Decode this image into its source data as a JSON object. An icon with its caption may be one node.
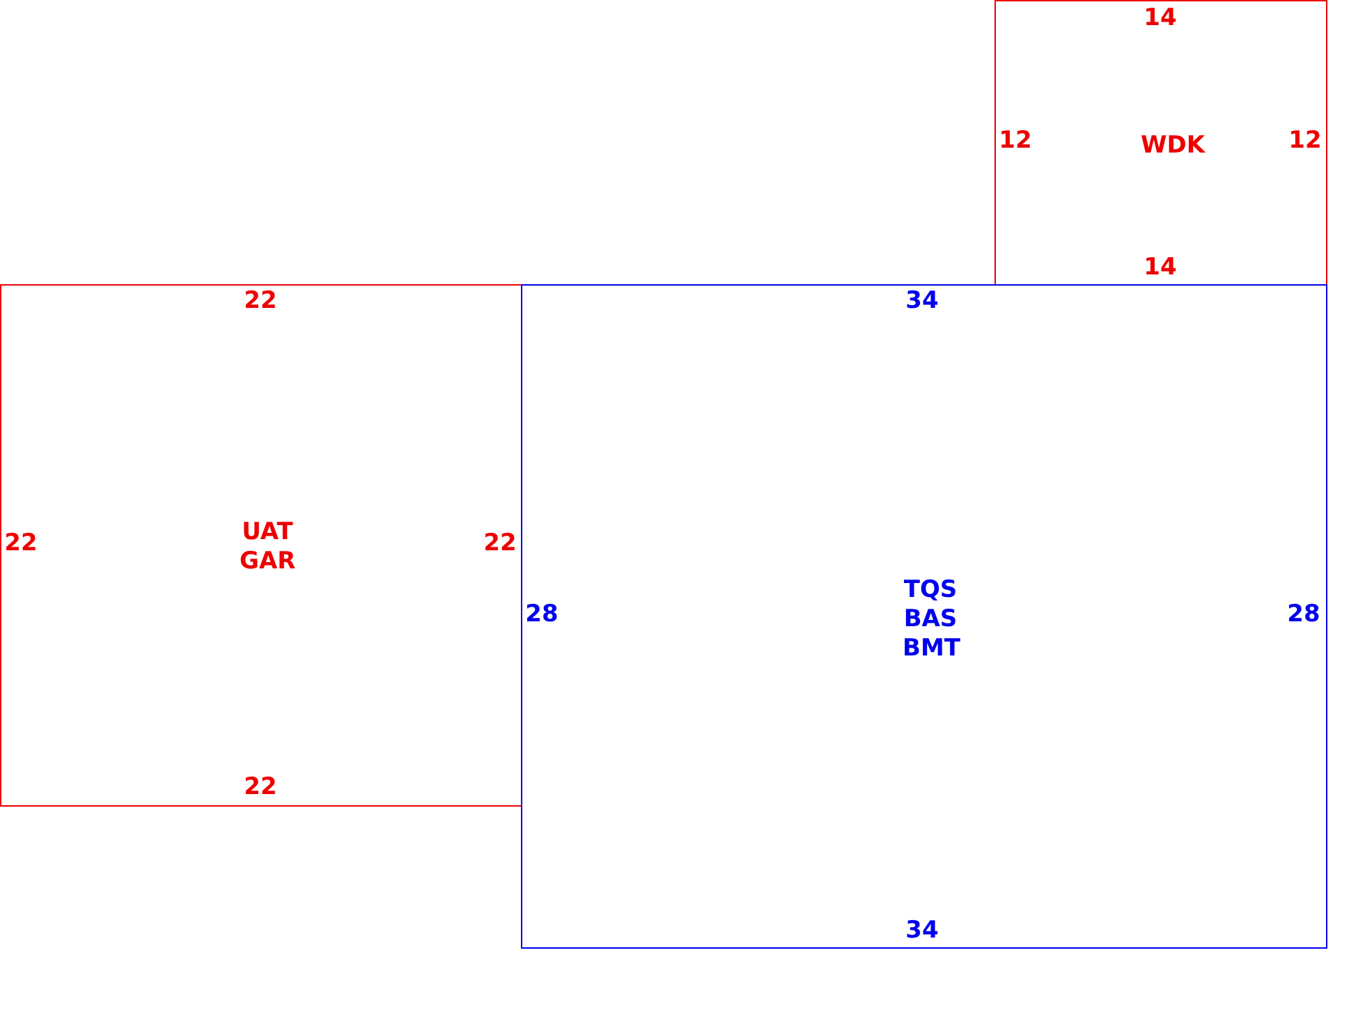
{
  "diagram": {
    "nodes": [
      {
        "text": [
          "WDK"
        ]
      },
      {
        "text": [
          "UAT GAR"
        ]
      },
      {
        "text": [
          "TQS BAS BMT"
        ]
      }
    ],
    "labels": [
      "14",
      "12",
      "12",
      "14",
      "22",
      "34",
      "22",
      "22",
      "28",
      "28",
      "22",
      "34"
    ]
  }
}
